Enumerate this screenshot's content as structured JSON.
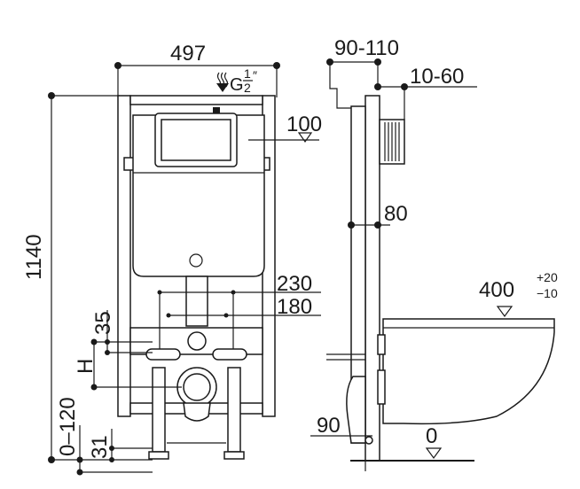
{
  "title": "Concealed cistern frame installation dimensions",
  "front_view": {
    "width_label": "497",
    "inlet_label": "G",
    "inlet_fraction_num": "1",
    "inlet_fraction_den": "2",
    "inlet_inch_mark": "″",
    "height_total_label": "1140",
    "dim_100": "100",
    "dim_230": "230",
    "dim_180": "180",
    "dim_35": "35",
    "dim_H": "H",
    "dim_0_120": "0–120",
    "dim_31": "31"
  },
  "side_view": {
    "dim_90_110": "90-110",
    "dim_10_60": "10-60",
    "dim_80": "80",
    "dim_400": "400",
    "tol_plus": "+20",
    "tol_minus": "−10",
    "dim_90": "90",
    "floor_label": "0"
  }
}
